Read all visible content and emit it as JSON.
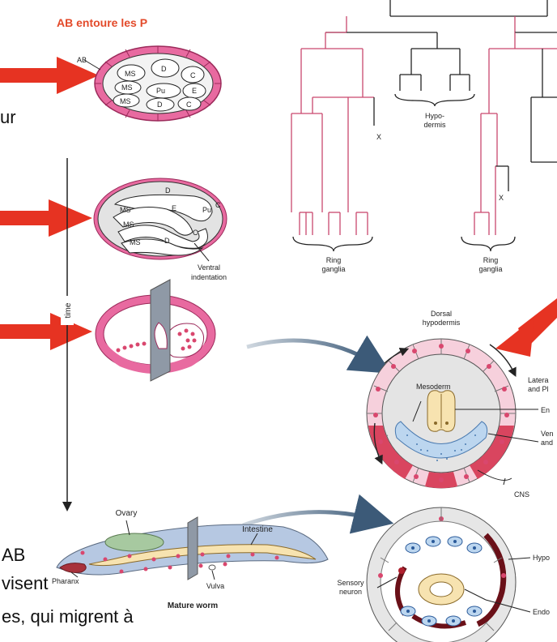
{
  "title": "AB entoure les P",
  "left_text": {
    "line1": "ur",
    "line2": "AB",
    "line3": "visent",
    "line4": "es, qui migrent à"
  },
  "time_label": "time",
  "embryo1": {
    "ab": "AB",
    "cells": [
      "MS",
      "D",
      "C",
      "MS",
      "Pu",
      "E",
      "MS",
      "D",
      "C"
    ]
  },
  "embryo2": {
    "cells": [
      "D",
      "MS",
      "E",
      "Pu",
      "C",
      "MS",
      "C",
      "MS",
      "D"
    ],
    "caption_l1": "Ventral",
    "caption_l2": "indentation"
  },
  "lineage": {
    "hypodermis_l1": "Hypo-",
    "hypodermis_l2": "dermis",
    "x1": "X",
    "x2": "X",
    "ring1_l1": "Ring",
    "ring1_l2": "ganglia",
    "ring2_l1": "Ring",
    "ring2_l2": "ganglia"
  },
  "section1": {
    "dorsal_l1": "Dorsal",
    "dorsal_l2": "hypodermis",
    "mesoderm": "Mesoderm",
    "lateral_l1": "Latera",
    "lateral_l2": "and Pl",
    "en": "En",
    "ven_l1": "Ven",
    "ven_l2": "and",
    "cns": "CNS"
  },
  "worm": {
    "ovary": "Ovary",
    "intestine": "Intestine",
    "pharanx": "Pharanx",
    "vulva": "Vulva",
    "caption": "Mature worm"
  },
  "section2": {
    "sensory_l1": "Sensory",
    "sensory_l2": "neuron",
    "hypo": "Hypo",
    "endo": "Endo"
  },
  "colors": {
    "arrow": "#e63322",
    "pink": "#d94f86",
    "lineage": "#c9486e",
    "ivory": "#f7e3b0",
    "blue": "#a9c6e8"
  }
}
